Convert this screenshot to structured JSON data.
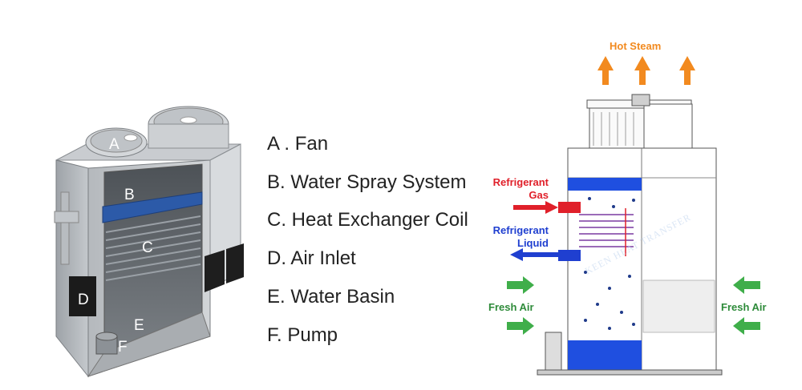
{
  "cutaway": {
    "markers": [
      "A",
      "B",
      "C",
      "D",
      "E",
      "F"
    ]
  },
  "legend": {
    "items": [
      "A . Fan",
      "B.  Water Spray System",
      "C.  Heat Exchanger Coil",
      "D.  Air Inlet",
      "E. Water Basin",
      "F.  Pump"
    ]
  },
  "schematic": {
    "hot_steam": "Hot Steam",
    "refrigerant_gas": [
      "Refrigerant",
      "Gas"
    ],
    "refrigerant_liquid": [
      "Refrigerant",
      "Liquid"
    ],
    "fresh_air_left": "Fresh Air",
    "fresh_air_right": "Fresh Air",
    "watermark_logo": "KEEN HEAT TRANSFER"
  },
  "colors": {
    "steam": "#f28a1f",
    "gas": "#e0202a",
    "liquid": "#1f3fd0",
    "fresh_air": "#2e8b3a",
    "water": "#1f4fe0"
  }
}
